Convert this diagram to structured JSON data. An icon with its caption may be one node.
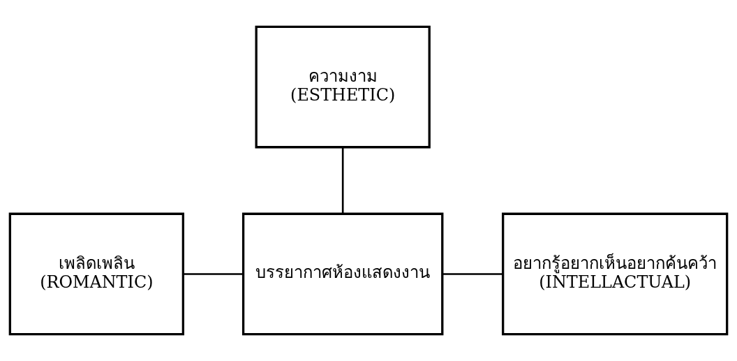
{
  "diagram": {
    "nodes": [
      {
        "text": [
          "ความงาม",
          "(ESTHETIC)"
        ]
      },
      {
        "text": [
          "เพลิดเพลิน",
          "(ROMANTIC)"
        ]
      },
      {
        "text": [
          "บรรยากาศห้องแสดงงาน"
        ]
      },
      {
        "text": [
          "อยากรู้อยากเห็นอยากค้นคว้า",
          "(INTELLACTUAL)"
        ]
      }
    ],
    "edges": [
      {
        "from": 0,
        "to": 2,
        "arrow": "none"
      },
      {
        "from": 1,
        "to": 2,
        "arrow": "none"
      },
      {
        "from": 2,
        "to": 3,
        "arrow": "none"
      }
    ]
  }
}
